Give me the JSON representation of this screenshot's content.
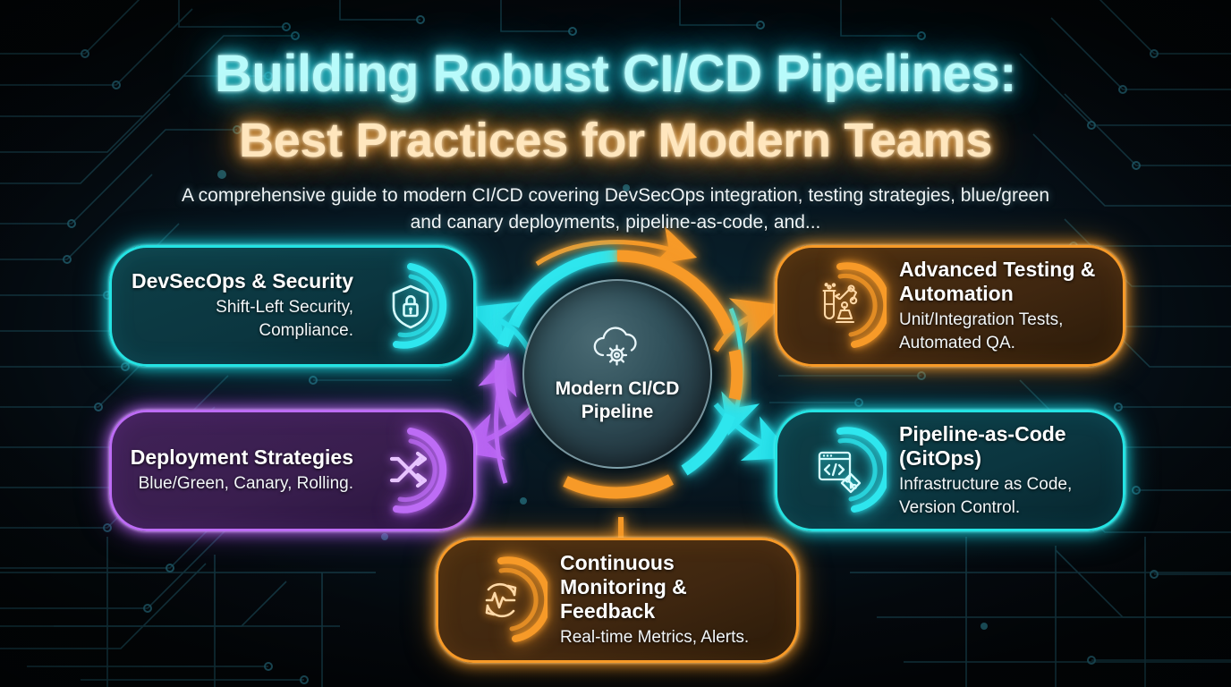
{
  "header": {
    "title_line1": "Building Robust CI/CD Pipelines:",
    "title_line2": "Best Practices for Modern Teams",
    "subtitle": "A comprehensive guide to modern CI/CD covering DevSecOps integration, testing strategies, blue/green and canary deployments, pipeline-as-code, and...",
    "title_line1_color": "#b8fbfb",
    "title_line2_color": "#ffe6bd"
  },
  "hub": {
    "label": "Modern CI/CD Pipeline",
    "icon": "cloud-gear-icon",
    "ring_segment_colors": [
      "#2ee6ee",
      "#f79a28",
      "#2ee6ee",
      "#f79a28",
      "#bd6cf5"
    ]
  },
  "cards": [
    {
      "id": "devsecops-security",
      "title": "DevSecOps & Security",
      "desc": "Shift-Left Security, Compliance.",
      "icon": "shield-lock-icon",
      "accent": "#24e3e3",
      "fill": "#0e3f47",
      "position": "top-left"
    },
    {
      "id": "advanced-testing",
      "title": "Advanced Testing & Automation",
      "desc": "Unit/Integration Tests, Automated QA.",
      "icon": "test-tube-robot-arm-icon",
      "accent": "#f79a28",
      "fill": "#4a2e10",
      "position": "top-right"
    },
    {
      "id": "deployment-strategies",
      "title": "Deployment Strategies",
      "desc": "Blue/Green, Canary, Rolling.",
      "icon": "shuffle-arrows-icon",
      "accent": "#bd6cf5",
      "fill": "#412258",
      "position": "mid-left"
    },
    {
      "id": "pipeline-as-code",
      "title": "Pipeline-as-Code (GitOps)",
      "desc": "Infrastructure as Code, Version Control.",
      "icon": "code-window-git-icon",
      "accent": "#24e3e3",
      "fill": "#0e3f47",
      "position": "mid-right"
    },
    {
      "id": "continuous-monitoring",
      "title": "Continuous Monitoring & Feedback",
      "desc": "Real-time Metrics, Alerts.",
      "icon": "pulse-refresh-icon",
      "accent": "#f79a28",
      "fill": "#4a2e10",
      "position": "bottom-center"
    }
  ],
  "background": {
    "style": "circuit-board",
    "base_color": "#05090c",
    "trace_color": "#1d4a57"
  }
}
